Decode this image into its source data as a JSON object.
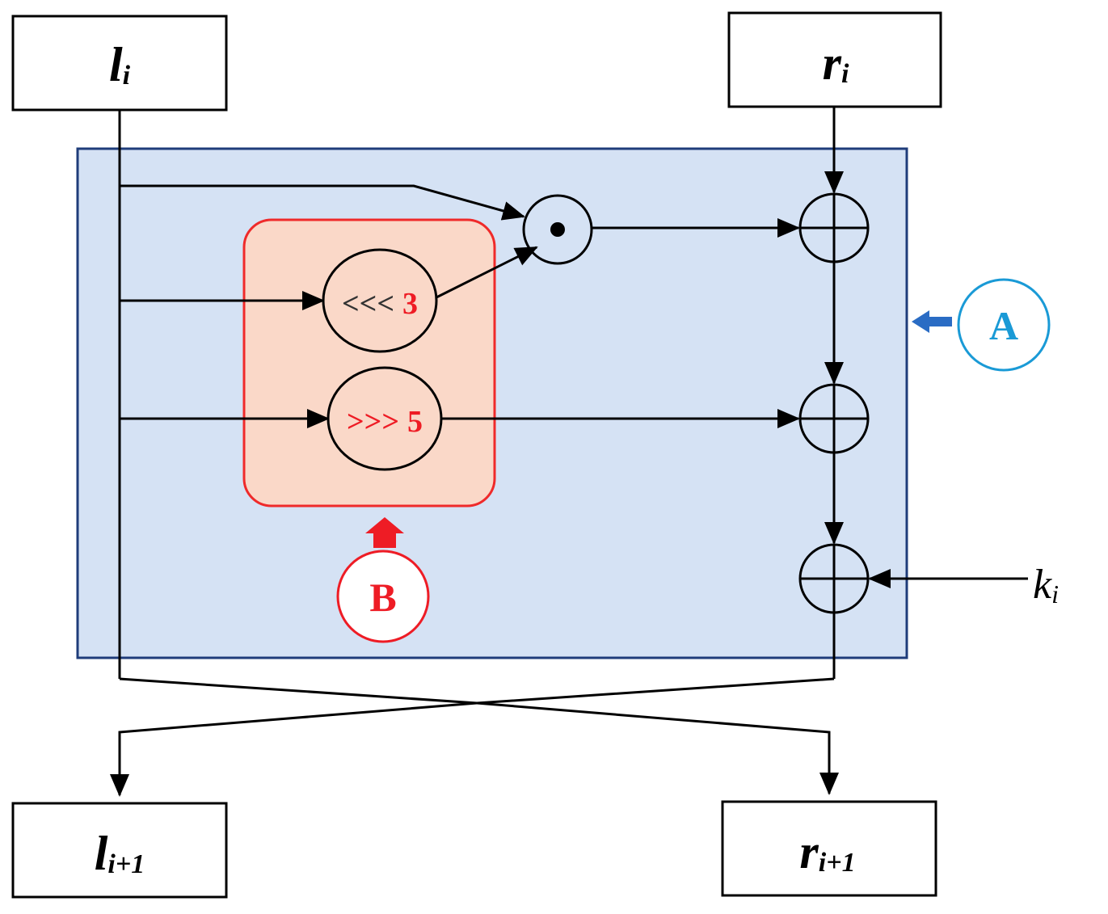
{
  "colors": {
    "panel_fill": "#d5e2f4",
    "panel_stroke": "#1f3c7a",
    "inner_fill": "#fad8c8",
    "inner_stroke": "#ef2a2a",
    "accent_red": "#ee1c25",
    "accent_blue": "#1a9ad6",
    "arrow_blue": "#2a6cc4",
    "line": "#000000"
  },
  "boxes": {
    "l_in": {
      "base": "l",
      "sub": "i"
    },
    "r_in": {
      "base": "r",
      "sub": "i"
    },
    "l_out": {
      "base": "l",
      "sub": "i+1"
    },
    "r_out": {
      "base": "r",
      "sub": "i+1"
    }
  },
  "operators": {
    "rotl": {
      "symbol": "<<<",
      "amount": "3"
    },
    "rotr": {
      "symbol": ">>>",
      "amount": "5"
    },
    "and_symbol": "•"
  },
  "labels": {
    "region_a": "A",
    "region_b": "B"
  },
  "key": {
    "base": "k",
    "sub": "i"
  }
}
